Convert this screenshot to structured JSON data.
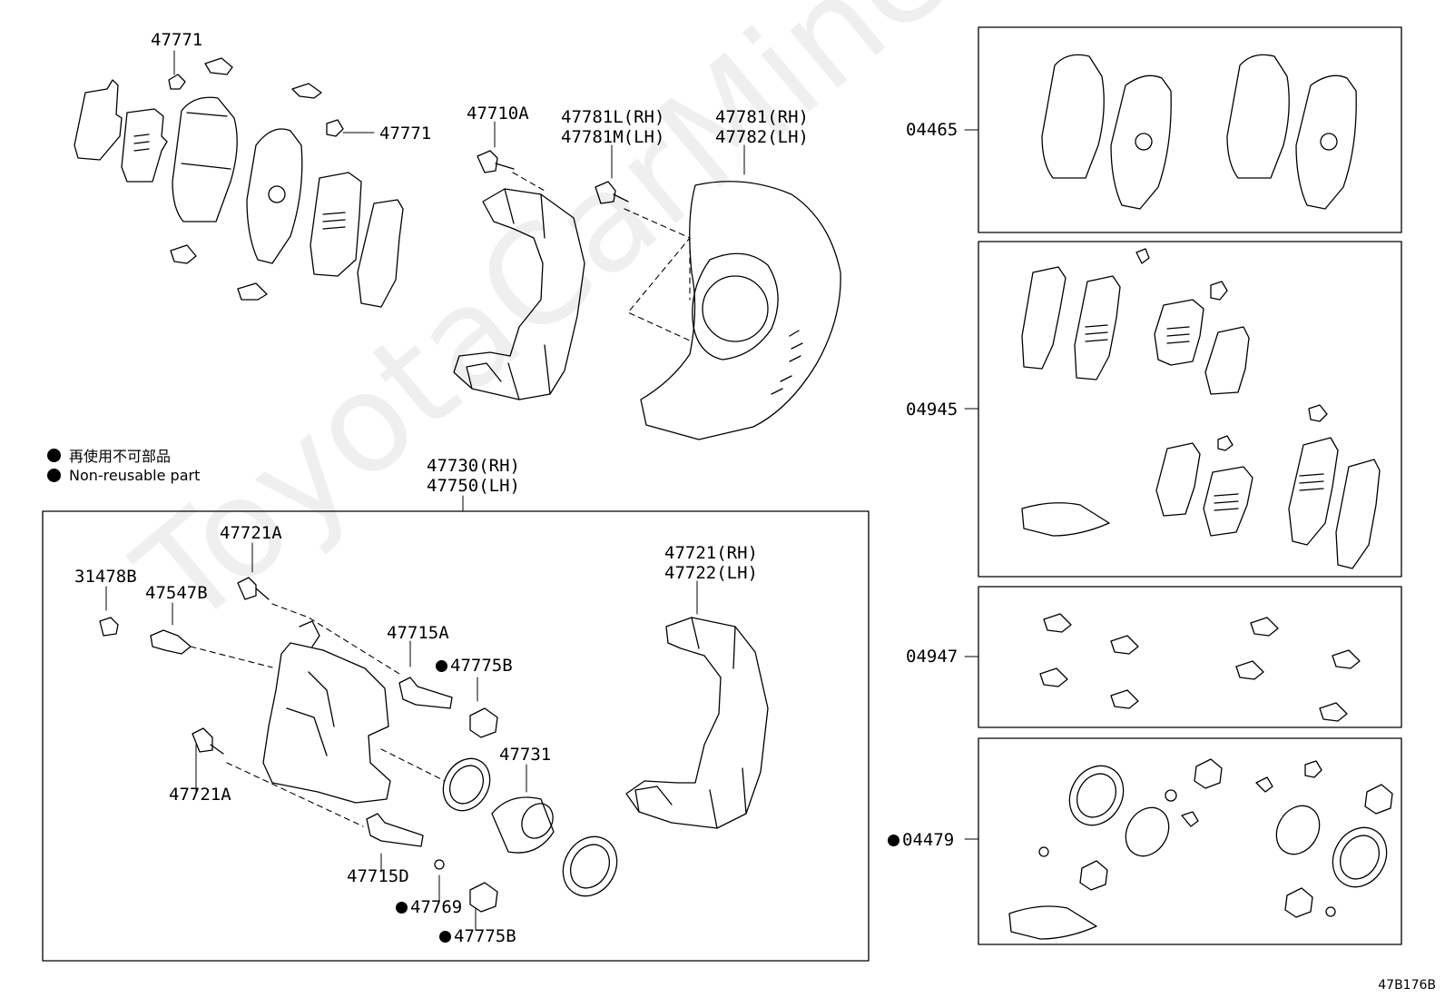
{
  "legend": {
    "jp_text": "再使用不可部品",
    "en_text": "Non-reusable part"
  },
  "figure_id": "47B176B",
  "watermark": "ToyotaCarMine.ru",
  "labels": {
    "l47771a": "47771",
    "l47771b": "47771",
    "l47710a": "47710A",
    "l47781l": "47781L(RH)",
    "l47781m": "47781M(LH)",
    "l47781rh": "47781(RH)",
    "l47782lh": "47782(LH)",
    "l47730": "47730(RH)",
    "l47750": "47750(LH)",
    "l47721a_top": "47721A",
    "l31478b": "31478B",
    "l47547b": "47547B",
    "l47715a": "47715A",
    "l47775b_top": "47775B",
    "l47721rh": "47721(RH)",
    "l47722lh": "47722(LH)",
    "l47731": "47731",
    "l47721a_bot": "47721A",
    "l47715d": "47715D",
    "l47769": "47769",
    "l47775b_bot": "47775B",
    "l04465": "04465",
    "l04945": "04945",
    "l04947": "04947",
    "l04479": "04479"
  }
}
